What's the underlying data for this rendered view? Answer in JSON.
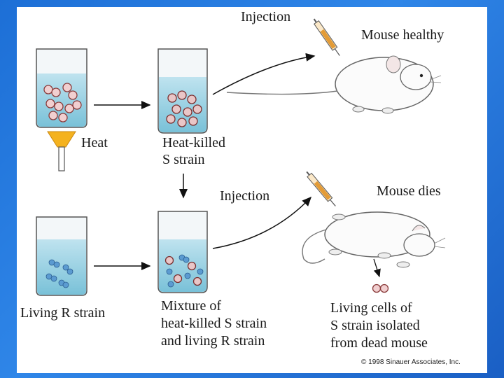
{
  "labels": {
    "injection_top": "Injection",
    "mouse_healthy": "Mouse healthy",
    "heat": "Heat",
    "heat_killed_1": "Heat-killed",
    "heat_killed_2": "S strain",
    "injection_mid": "Injection",
    "mouse_dies": "Mouse dies",
    "living_r": "Living R strain",
    "mixture_1": "Mixture of",
    "mixture_2": "heat-killed S strain",
    "mixture_3": "and living R strain",
    "isolated_1": "Living cells of",
    "isolated_2": "S strain isolated",
    "isolated_3": "from dead mouse"
  },
  "copyright": "© 1998 Sinauer Associates, Inc."
}
